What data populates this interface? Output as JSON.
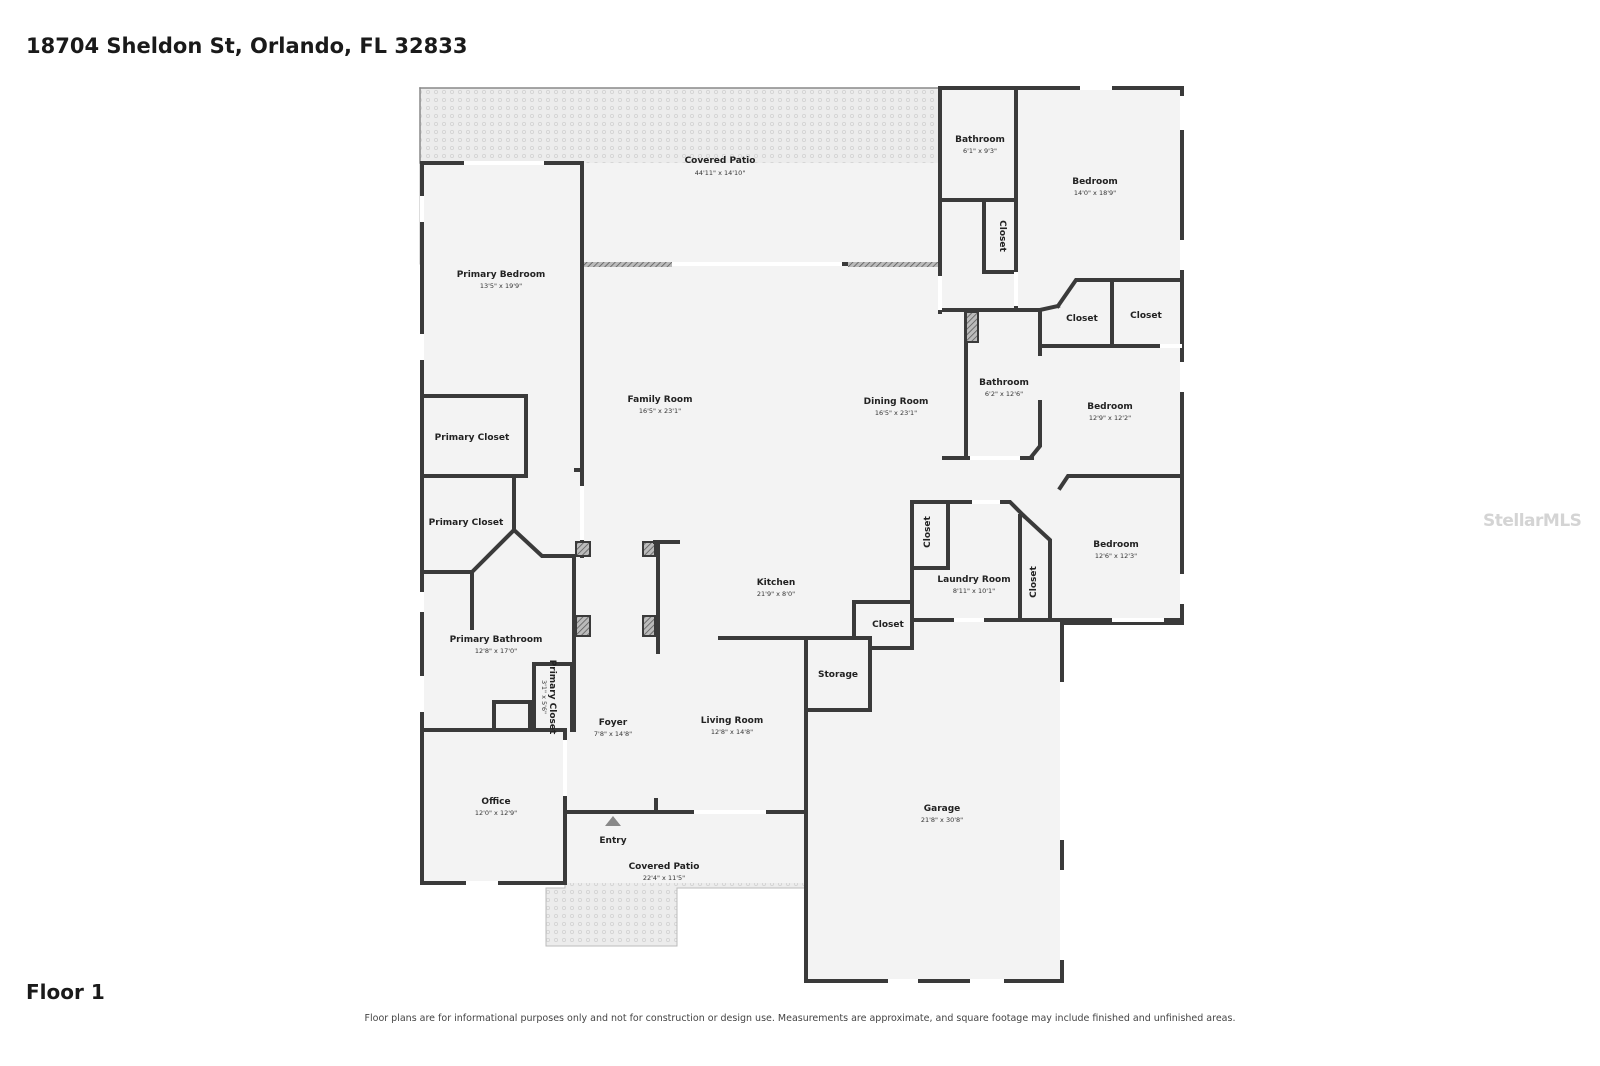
{
  "address": "18704 Sheldon St, Orlando, FL 32833",
  "floor_label": "Floor 1",
  "disclaimer": "Floor plans are for informational purposes only and not for construction or design use. Measurements are approximate, and square footage may include finished and unfinished areas.",
  "watermark": "StellarMLS",
  "colors": {
    "wall": "#3a3a3a",
    "floor": "#f3f3f3",
    "patio": "#e9e9e9",
    "background": "#ffffff"
  },
  "entry_label": "Entry",
  "rooms": {
    "covered_patio_back": {
      "name": "Covered Patio",
      "dims": "44'11\" x 14'10\""
    },
    "bathroom_top": {
      "name": "Bathroom",
      "dims": "6'1\" x 9'3\""
    },
    "closet_top": {
      "name": "Closet"
    },
    "bedroom_ne": {
      "name": "Bedroom",
      "dims": "14'0\" x 18'9\""
    },
    "closet_mid_a": {
      "name": "Closet"
    },
    "closet_mid_b": {
      "name": "Closet"
    },
    "primary_bedroom": {
      "name": "Primary Bedroom",
      "dims": "13'5\" x 19'9\""
    },
    "family_room": {
      "name": "Family Room",
      "dims": "16'5\" x 23'1\""
    },
    "dining_room": {
      "name": "Dining Room",
      "dims": "16'5\" x 23'1\""
    },
    "bathroom_mid": {
      "name": "Bathroom",
      "dims": "6'2\" x 12'6\""
    },
    "bedroom_e": {
      "name": "Bedroom",
      "dims": "12'9\" x 12'2\""
    },
    "primary_closet_1": {
      "name": "Primary Closet"
    },
    "primary_closet_2": {
      "name": "Primary Closet"
    },
    "closet_laundry": {
      "name": "Closet"
    },
    "laundry_room": {
      "name": "Laundry Room",
      "dims": "8'11\" x 10'1\""
    },
    "closet_vertical": {
      "name": "Closet"
    },
    "bedroom_se": {
      "name": "Bedroom",
      "dims": "12'6\" x 12'3\""
    },
    "kitchen": {
      "name": "Kitchen",
      "dims": "21'9\" x 8'0\""
    },
    "closet_kitchen": {
      "name": "Closet"
    },
    "storage": {
      "name": "Storage"
    },
    "primary_bathroom": {
      "name": "Primary Bathroom",
      "dims": "12'8\" x 17'0\""
    },
    "primary_closet_small": {
      "name": "Primary\nCloset",
      "dims": "3'1\" x 5'6\""
    },
    "foyer": {
      "name": "Foyer",
      "dims": "7'8\" x 14'8\""
    },
    "living_room": {
      "name": "Living Room",
      "dims": "12'8\" x 14'8\""
    },
    "office": {
      "name": "Office",
      "dims": "12'0\" x 12'9\""
    },
    "covered_patio_front": {
      "name": "Covered Patio",
      "dims": "22'4\" x 11'5\""
    },
    "garage": {
      "name": "Garage",
      "dims": "21'8\" x 30'8\""
    }
  }
}
